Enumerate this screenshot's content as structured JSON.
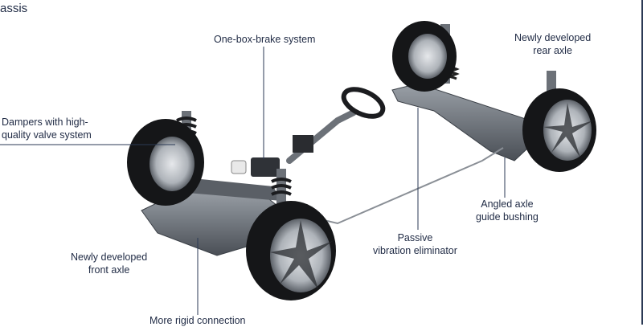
{
  "title": "assis",
  "labels": {
    "brake": {
      "lines": [
        "One-box-brake system"
      ]
    },
    "rear_axle": {
      "lines": [
        "Newly developed",
        "rear axle"
      ]
    },
    "dampers": {
      "lines": [
        "Dampers with high-",
        "quality valve system"
      ]
    },
    "bushing": {
      "lines": [
        "Angled axle",
        "guide bushing"
      ]
    },
    "vibration": {
      "lines": [
        "Passive",
        "vibration eliminator"
      ]
    },
    "front_axle": {
      "lines": [
        "Newly developed",
        "front axle"
      ]
    },
    "rigid": {
      "lines": [
        "More rigid connection"
      ]
    }
  },
  "colors": {
    "text": "#1f2a44",
    "leader": "#2b3a55",
    "tire": "#151618",
    "rim": "#b9bec4",
    "metal": "#8a8f96"
  }
}
